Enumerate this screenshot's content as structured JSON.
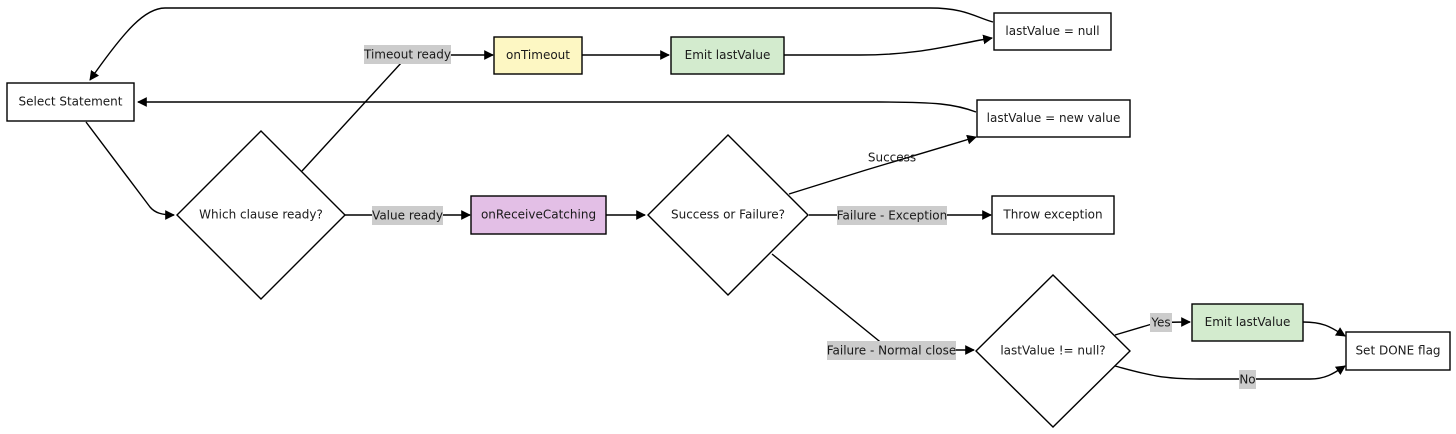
{
  "colors": {
    "node_default": "#ffffff",
    "node_timeout": "#fdf7c3",
    "node_emit": "#d3ebce",
    "node_receive": "#e3bfe6",
    "edge": "#000000",
    "edge_label_bg": "#cccccc"
  },
  "nodes": {
    "select": "Select Statement",
    "which_clause": "Which clause ready?",
    "on_timeout": "onTimeout",
    "emit_top": "Emit lastValue",
    "last_null": "lastValue = null",
    "on_receive": "onReceiveCatching",
    "success_failure": "Success or Failure?",
    "last_new": "lastValue = new value",
    "throw": "Throw exception",
    "last_not_null": "lastValue != null?",
    "emit_bottom": "Emit lastValue",
    "set_done": "Set DONE flag"
  },
  "edges": {
    "timeout_ready": "Timeout ready",
    "value_ready": "Value ready",
    "success": "Success",
    "failure_exception": "Failure - Exception",
    "failure_normal": "Failure - Normal close",
    "yes": "Yes",
    "no": "No"
  }
}
